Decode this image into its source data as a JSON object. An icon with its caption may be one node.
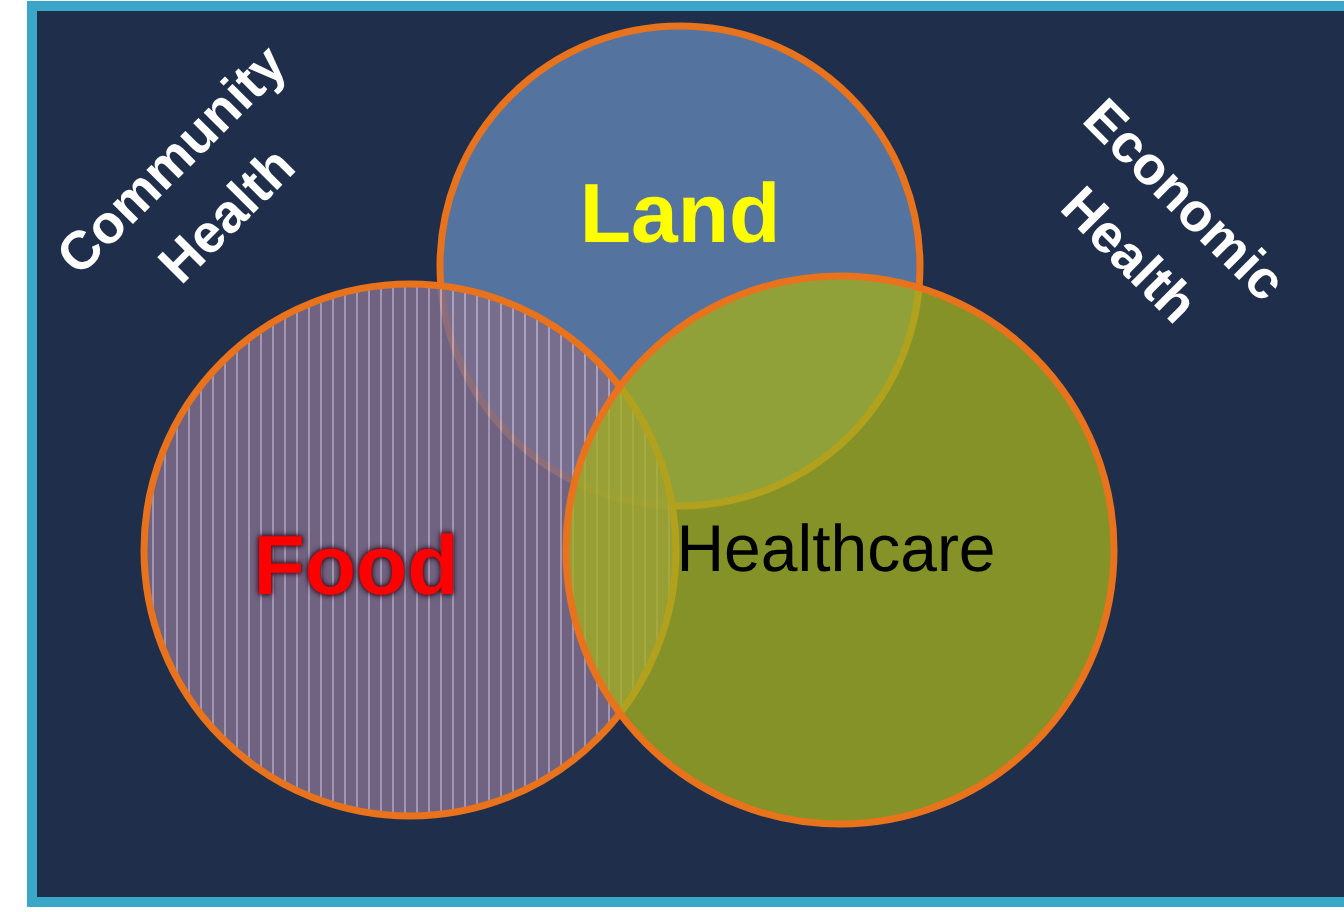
{
  "diagram": {
    "nodes": [
      {
        "text": [
          "Land"
        ]
      },
      {
        "text": [
          "Food"
        ]
      },
      {
        "text": [
          "Healthcare"
        ]
      }
    ],
    "labels": [
      "Community Health",
      "Economic Health"
    ]
  }
}
